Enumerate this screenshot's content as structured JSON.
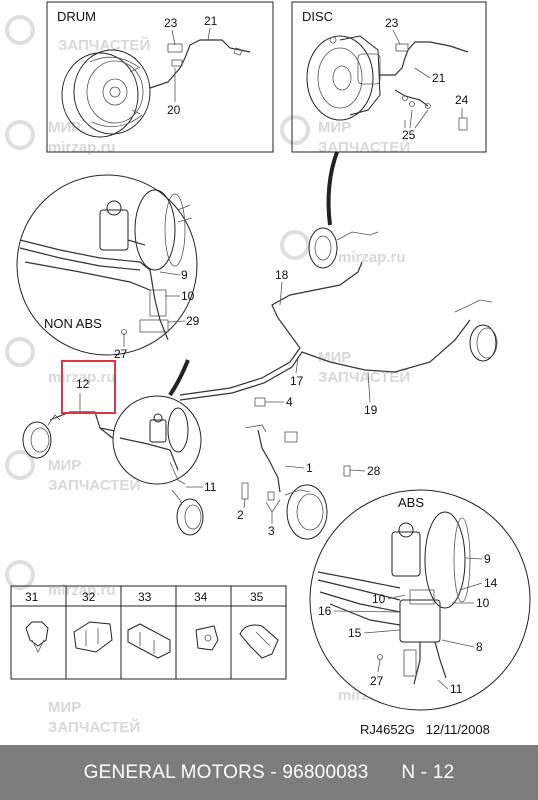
{
  "insets": {
    "drum_title": "DRUM",
    "disc_title": "DISC",
    "non_abs_title": "NON ABS",
    "abs_title": "ABS"
  },
  "callouts": {
    "n1": "1",
    "n2": "2",
    "n3": "3",
    "n4": "4",
    "n8": "8",
    "n9": "9",
    "n10": "10",
    "n11": "11",
    "n12": "12",
    "n14": "14",
    "n15": "15",
    "n16": "16",
    "n17": "17",
    "n18": "18",
    "n19": "19",
    "n20": "20",
    "n21": "21",
    "n23": "23",
    "n24": "24",
    "n25": "25",
    "n27": "27",
    "n28": "28",
    "n29": "29"
  },
  "clip_table": {
    "headers": [
      "31",
      "32",
      "33",
      "34",
      "35"
    ]
  },
  "watermarks": {
    "brand_cyr_1": "МИР",
    "brand_cyr_2": "ЗАПЧАСТЕЙ",
    "brand_url": "mirzap.ru"
  },
  "highlight": {
    "color": "#e0334a"
  },
  "drawing_ref": "RJ4652G   12/11/2008",
  "footer": {
    "brand": "GENERAL MOTORS",
    "separator": " - ",
    "part_number": "96800083",
    "page": "N - 12"
  }
}
